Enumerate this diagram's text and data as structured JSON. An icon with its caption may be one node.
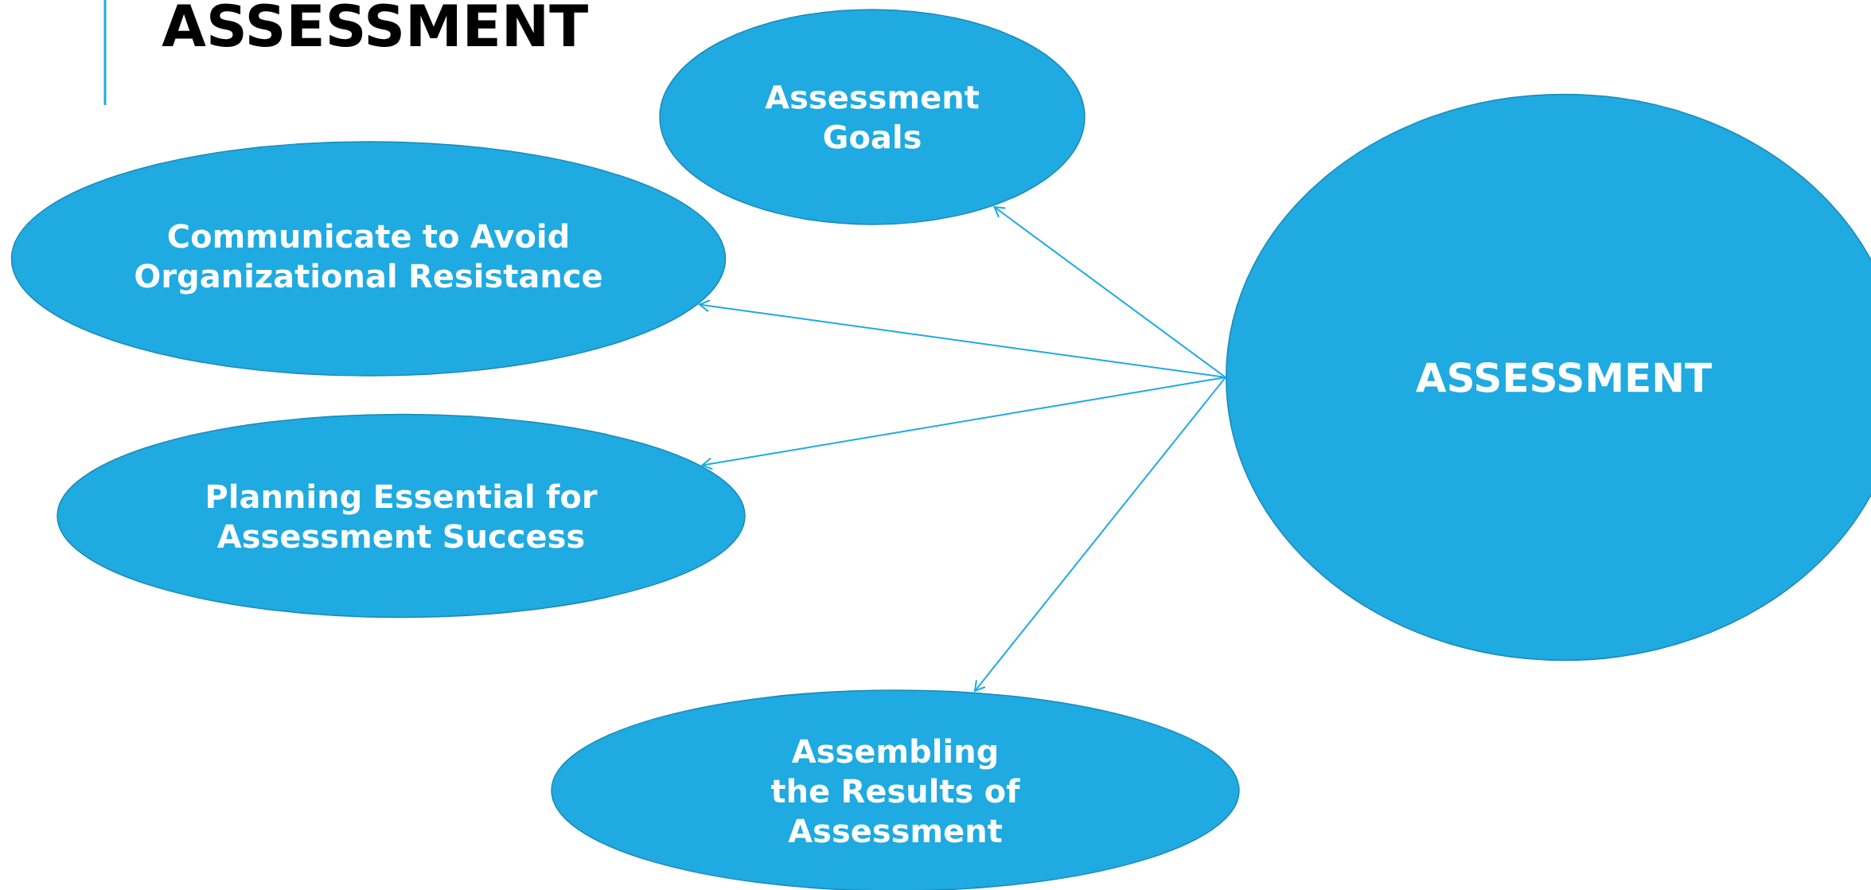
{
  "diagram": {
    "title": "ASSESSMENT",
    "nodes": [
      {
        "text": [
          "Assessment Goals"
        ]
      },
      {
        "text": [
          "Communicate to Avoid Organizational Resistance"
        ]
      },
      {
        "text": [
          "Planning Essential for Assessment Success"
        ]
      },
      {
        "text": [
          "Assembling the Results of Assessment"
        ]
      },
      {
        "text": [
          "ASSESSMENT"
        ]
      }
    ],
    "edges": [
      {
        "from": 4,
        "to": 0,
        "arrow": "to"
      },
      {
        "from": 4,
        "to": 1,
        "arrow": "to"
      },
      {
        "from": 4,
        "to": 2,
        "arrow": "to"
      },
      {
        "from": 4,
        "to": 3,
        "arrow": "to"
      }
    ]
  }
}
